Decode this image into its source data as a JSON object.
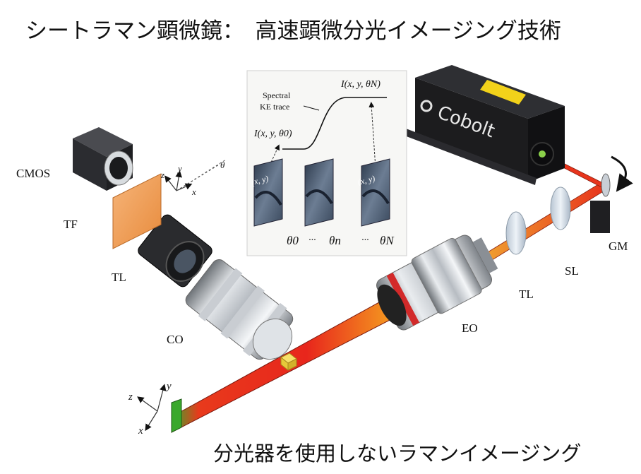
{
  "title": "シートラマン顕微鏡：　高速顕微分光イメージング技術",
  "caption": "分光器を使用しないラマンイメージング",
  "component_labels": {
    "cmos": "CMOS",
    "tf": "TF",
    "tl_left": "TL",
    "co": "CO",
    "eo": "EO",
    "tl_right": "TL",
    "sl": "SL",
    "gm": "GM"
  },
  "laser_brand": "Cobolt",
  "inset": {
    "spectral_label_line1": "Spectral",
    "spectral_label_line2": "KE trace",
    "i_theta0": "I(x, y, θ0)",
    "i_thetaN": "I(x, y, θN)",
    "image_coord": "(x, y)",
    "theta_labels": [
      "θ0",
      "···",
      "θn",
      "···",
      "θN"
    ]
  },
  "axes_top": {
    "z": "z",
    "y": "y",
    "x": "x",
    "theta": "θ"
  },
  "axes_bottom": {
    "z": "z",
    "y": "y",
    "x": "x"
  },
  "colors": {
    "beam_red": "#e8261c",
    "beam_green": "#38b22c",
    "beam_orange": "#f39a1e",
    "filter_orange": "#f0a05a",
    "laser_body": "#1c1c1e"
  }
}
